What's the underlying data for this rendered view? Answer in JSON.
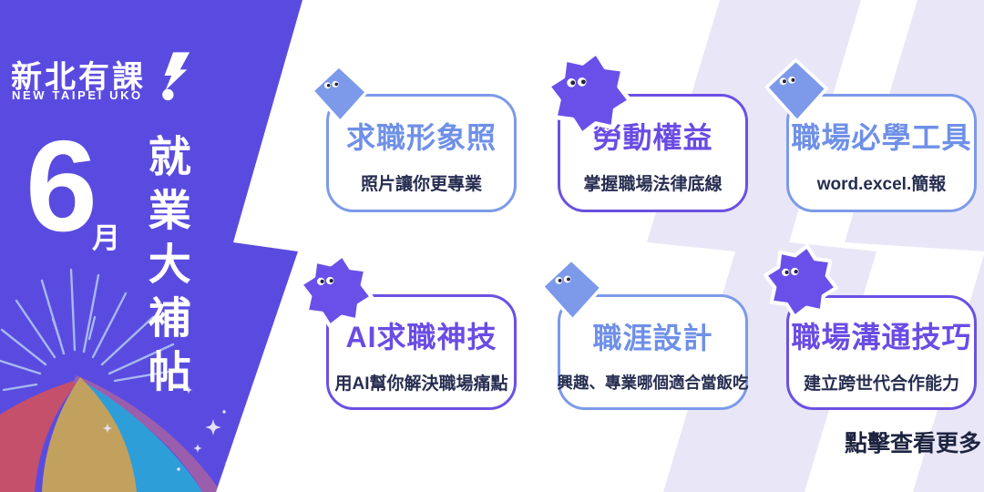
{
  "brand": {
    "logo_cjk": "新北有課",
    "logo_en": "NEW TAIPEI UKO",
    "logo_icon": "lightning-bolt-icon"
  },
  "hero": {
    "month_number": "6",
    "month_unit": "月",
    "title_vertical": "就業大補帖"
  },
  "cards": [
    {
      "title": "求職形象照",
      "subtitle": "照片讓你更專業",
      "accent": "blue",
      "mascot": "diamond-mascot"
    },
    {
      "title": "勞動權益",
      "subtitle": "掌握職場法律底線",
      "accent": "purple",
      "mascot": "star-mascot"
    },
    {
      "title": "職場必學工具",
      "subtitle": "word.excel.簡報",
      "accent": "blue",
      "mascot": "diamond-mascot"
    },
    {
      "title": "AI求職神技",
      "subtitle": "用AI幫你解決職場痛點",
      "accent": "purple",
      "mascot": "star-mascot"
    },
    {
      "title": "職涯設計",
      "subtitle": "興趣、專業哪個適合當飯吃",
      "accent": "blue",
      "mascot": "diamond-mascot"
    },
    {
      "title": "職場溝通技巧",
      "subtitle": "建立跨世代合作能力",
      "accent": "purple",
      "mascot": "star-mascot"
    }
  ],
  "footer": {
    "more_label": "點擊查看更多"
  },
  "colors": {
    "panel_purple": "#5A4BE0",
    "background_stripe": "#E9E6F7",
    "blue_accent": "#7C9AE9",
    "blue_title": "#6F90E8",
    "purple_accent": "#6C50E2",
    "purple_title": "#6A4CE4",
    "subtitle_text": "#262D50",
    "footer_text": "#1D2440",
    "volcano_rose": "#C5506B",
    "volcano_tan": "#C2A15F",
    "volcano_blue": "#2E9ED9",
    "volcano_magenta": "#9B5EAD",
    "ray_blue": "#AFC2F1"
  }
}
